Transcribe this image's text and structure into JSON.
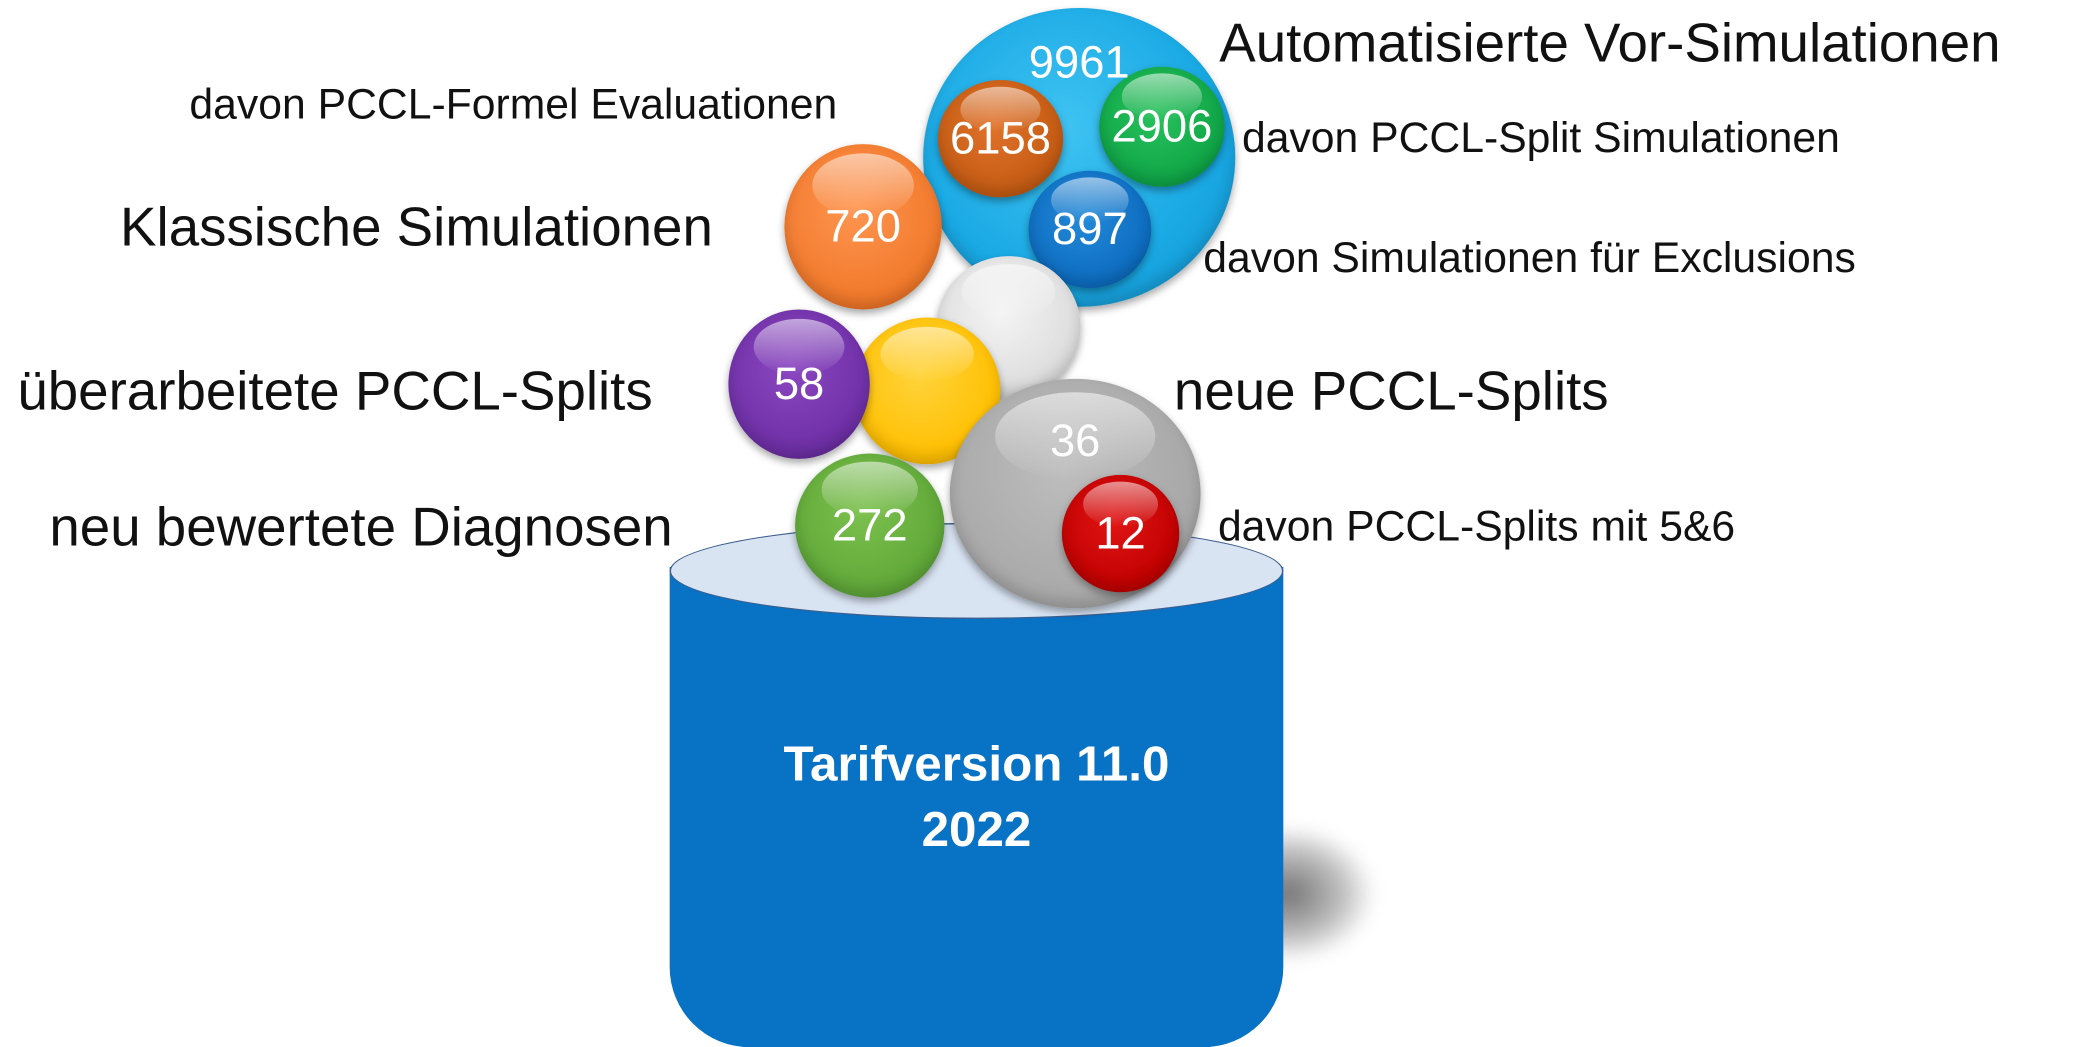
{
  "labels": {
    "automatisierte_vor_simulationen": "Automatisierte Vor-Simulationen",
    "davon_pccl_formel_evaluationen": "davon PCCL-Formel Evaluationen",
    "davon_pccl_split_simulationen": "davon PCCL-Split Simulationen",
    "klassische_simulationen": "Klassische Simulationen",
    "davon_simulationen_fuer_exclusions": "davon Simulationen für Exclusions",
    "ueberarbeitete_pccl_splits": "überarbeitete PCCL-Splits",
    "neue_pccl_splits": "neue PCCL-Splits",
    "neu_bewertete_diagnosen": "neu bewertete Diagnosen",
    "davon_pccl_splits_mit_5_6": "davon PCCL-Splits mit 5&6"
  },
  "bubbles": {
    "automatisierte_vor_simulationen": "9961",
    "pccl_formel_evaluationen": "6158",
    "pccl_split_simulationen": "2906",
    "simulationen_fuer_exclusions": "897",
    "klassische_simulationen": "720",
    "ueberarbeitete_pccl_splits": "58",
    "neue_pccl_splits": "36",
    "pccl_splits_mit_5_6": "12",
    "neu_bewertete_diagnosen": "272"
  },
  "barrel": {
    "line1": "Tarifversion 11.0",
    "line2": "2022"
  },
  "colors": {
    "barrel": "#0872c4",
    "barrel_top": "#d9e4f3",
    "automatisierte": "#1aa9e4",
    "formel": "#c45b13",
    "split": "#0fa547",
    "exclusions": "#0d6cc0",
    "klassische": "#f0782a",
    "white_bubble": "#dcdcdc",
    "yellow_bubble": "#ffbf00",
    "ueberarbeitete": "#6e2fa6",
    "neue": "#a7a7a7",
    "mit_5_6": "#c10000",
    "diagnosen": "#5fa738"
  }
}
